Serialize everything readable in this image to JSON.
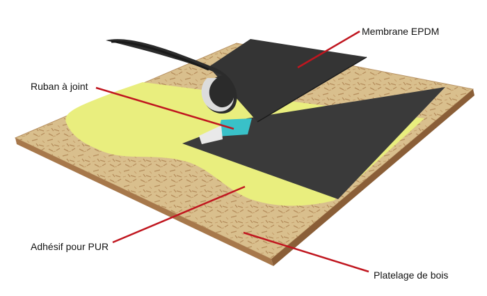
{
  "labels": {
    "membrane": "Membrane EPDM",
    "ruban": "Ruban à joint",
    "adhesif": "Adhésif pour PUR",
    "platelage": "Platelage de bois"
  },
  "colors": {
    "membrane": "#3a3a3a",
    "membrane_curl_inner": "#232323",
    "seam_tape": "#39c1c8",
    "adhesive": "#e9ee7e",
    "wood_deck": "#d9bf8d",
    "wood_edge": "#a7784b",
    "leader_line": "#c0161f"
  },
  "icons": [
    "roll-curl-icon",
    "wood-grain-texture"
  ]
}
